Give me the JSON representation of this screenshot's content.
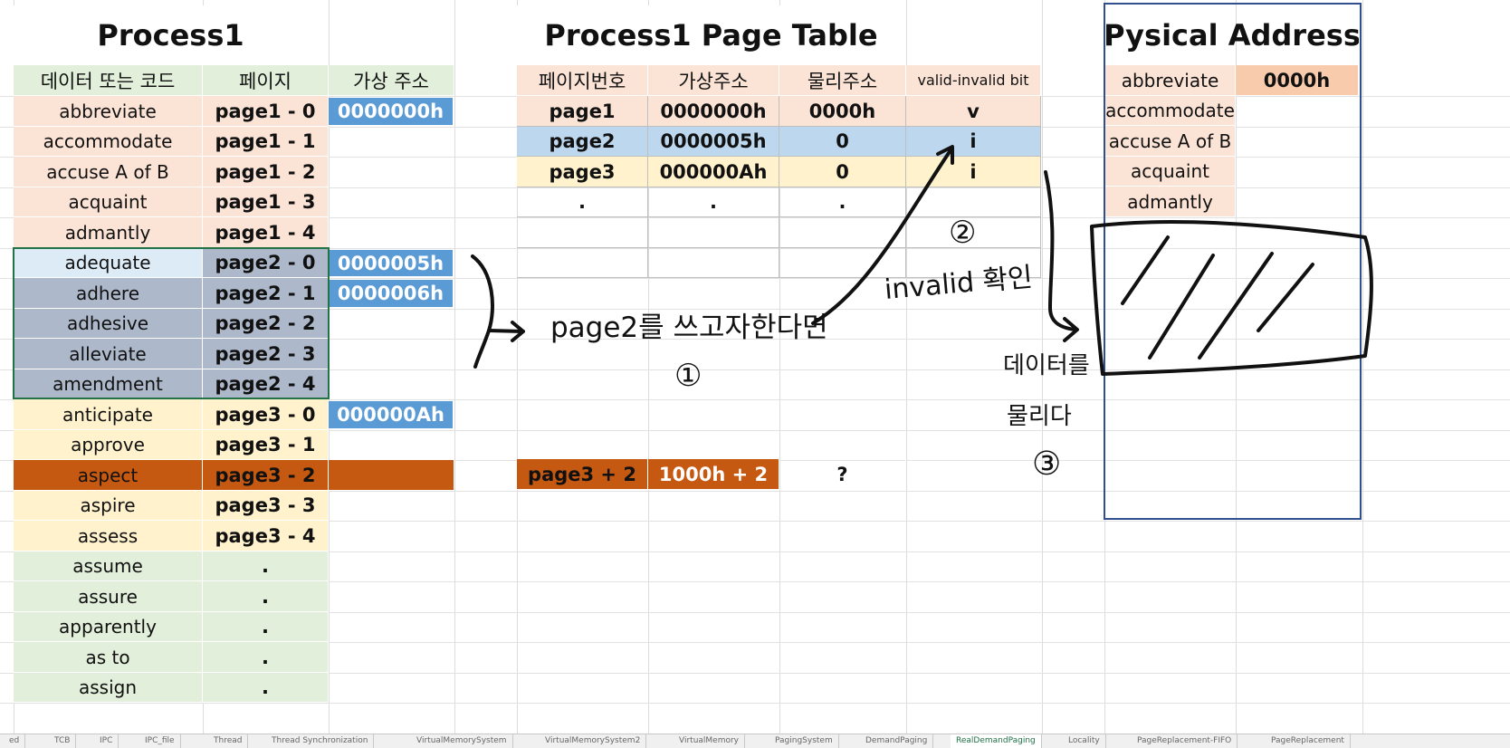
{
  "process": {
    "title": "Process1",
    "headers": [
      "데이터 또는 코드",
      "페이지",
      "가상 주소"
    ],
    "rows": [
      {
        "data": "abbreviate",
        "page": "page1 - 0",
        "va": "0000000h"
      },
      {
        "data": "accommodate",
        "page": "page1 - 1",
        "va": ""
      },
      {
        "data": "accuse A of B",
        "page": "page1 - 2",
        "va": ""
      },
      {
        "data": "acquaint",
        "page": "page1 - 3",
        "va": ""
      },
      {
        "data": "admantly",
        "page": "page1 - 4",
        "va": ""
      },
      {
        "data": "adequate",
        "page": "page2 - 0",
        "va": "0000005h"
      },
      {
        "data": "adhere",
        "page": "page2 - 1",
        "va": "0000006h"
      },
      {
        "data": "adhesive",
        "page": "page2 - 2",
        "va": ""
      },
      {
        "data": "alleviate",
        "page": "page2 - 3",
        "va": ""
      },
      {
        "data": "amendment",
        "page": "page2 - 4",
        "va": ""
      },
      {
        "data": "anticipate",
        "page": "page3 - 0",
        "va": "000000Ah"
      },
      {
        "data": "approve",
        "page": "page3 - 1",
        "va": ""
      },
      {
        "data": "aspect",
        "page": "page3 - 2",
        "va": ""
      },
      {
        "data": "aspire",
        "page": "page3 - 3",
        "va": ""
      },
      {
        "data": "assess",
        "page": "page3 - 4",
        "va": ""
      },
      {
        "data": "assume",
        "page": ".",
        "va": ""
      },
      {
        "data": "assure",
        "page": ".",
        "va": ""
      },
      {
        "data": "apparently",
        "page": ".",
        "va": ""
      },
      {
        "data": "as to",
        "page": ".",
        "va": ""
      },
      {
        "data": "assign",
        "page": ".",
        "va": ""
      }
    ]
  },
  "page_table": {
    "title": "Process1 Page Table",
    "headers": [
      "페이지번호",
      "가상주소",
      "물리주소",
      "valid-invalid bit"
    ],
    "rows": [
      [
        "page1",
        "0000000h",
        "0000h",
        "v"
      ],
      [
        "page2",
        "0000005h",
        "0",
        "i"
      ],
      [
        "page3",
        "000000Ah",
        "0",
        "i"
      ],
      [
        ".",
        ".",
        ".",
        ""
      ],
      [
        "",
        "",
        "",
        ""
      ],
      [
        "",
        "",
        "",
        ""
      ]
    ],
    "calc": {
      "page": "page3 + 2",
      "address": "1000h + 2",
      "result": "?"
    }
  },
  "physical": {
    "title": "Pysical Address",
    "rows": [
      {
        "data": "abbreviate",
        "addr": "0000h"
      },
      {
        "data": "accommodate",
        "addr": ""
      },
      {
        "data": "accuse A of B",
        "addr": ""
      },
      {
        "data": "acquaint",
        "addr": ""
      },
      {
        "data": "admantly",
        "addr": ""
      }
    ]
  },
  "annotations": {
    "note1": "page2를 쓰고자한다면",
    "num1": "①",
    "note2": "invalid 확인",
    "num2": "②",
    "note3a": "데이터를",
    "note3b": "물리다",
    "num3": "③"
  },
  "sheet_tabs": [
    "ed",
    "TCB",
    "IPC",
    "IPC_file",
    "Thread",
    "Thread Synchronization",
    "VirtualMemorySystem",
    "VirtualMemorySystem2",
    "VirtualMemory",
    "PagingSystem",
    "DemandPaging",
    "RealDemandPaging",
    "Locality",
    "PageReplacement-FIFO",
    "PageReplacement"
  ],
  "active_tab": "RealDemandPaging",
  "colors": {
    "ink": "#111111",
    "frame_blue": "#2f4f8f",
    "va_blue": "#5b9bd5",
    "aspect_orange": "#c65911"
  }
}
